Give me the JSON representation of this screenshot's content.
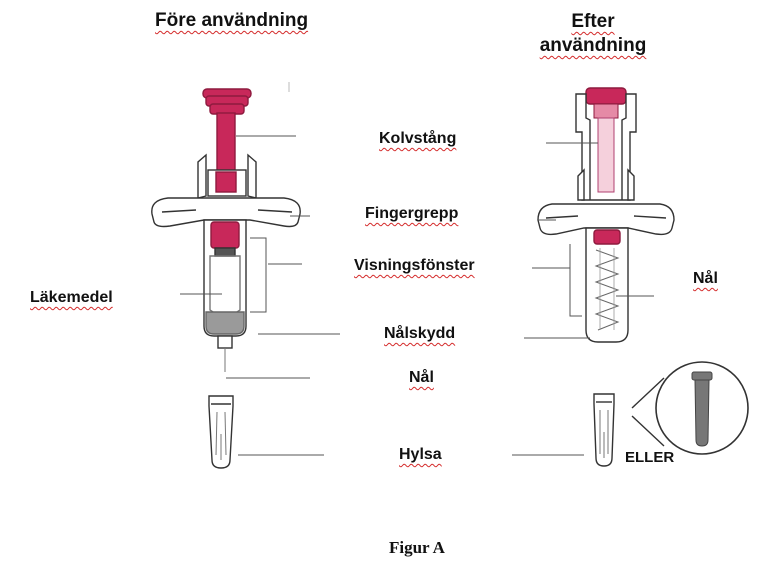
{
  "titles": {
    "before": "Före användning",
    "after_line1": "Efter",
    "after_line2": "användning"
  },
  "labels": {
    "plunger_rod": "Kolvstång",
    "finger_grip": "Fingergrepp",
    "viewing_window": "Visningsfönster",
    "medicine": "Läkemedel",
    "needle_shield": "Nålskydd",
    "needle_left": "Nål",
    "needle_right": "Nål",
    "cap": "Hylsa",
    "or": "ELLER"
  },
  "caption": "Figur A",
  "colors": {
    "accent": "#c8285a",
    "accent_dark": "#8e1a3e",
    "outline": "#333333",
    "medicine_gray": "#9a9a9a",
    "leader": "#555555",
    "spellcheck": "#d42a2a"
  }
}
